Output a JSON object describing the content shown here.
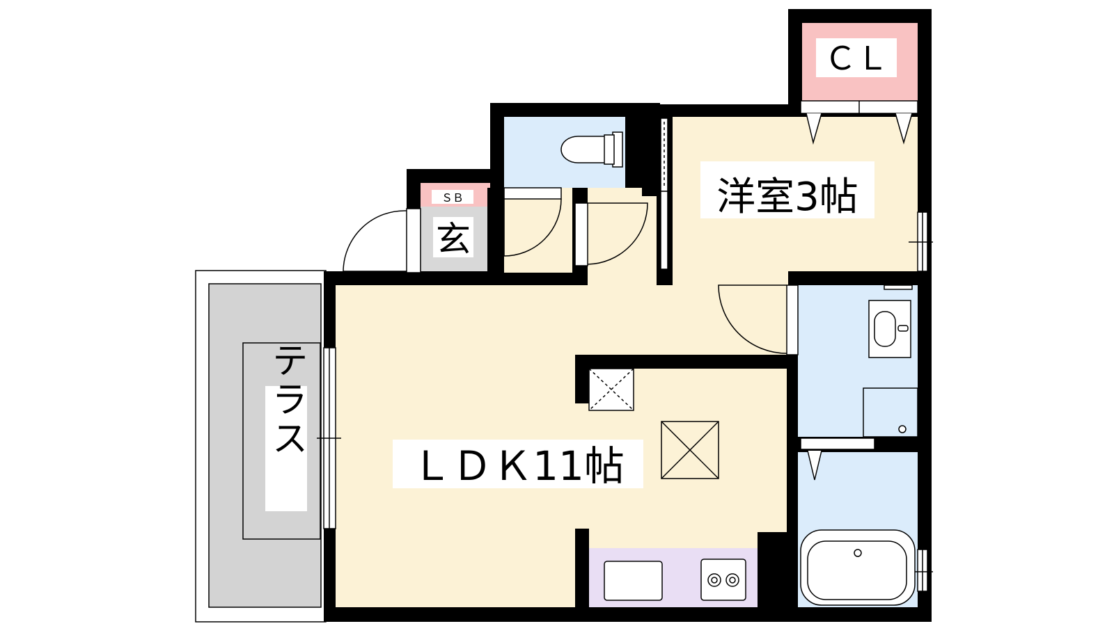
{
  "rooms": {
    "ldk": "ＬＤＫ11帖",
    "western_room": "洋室3帖",
    "entrance": "玄",
    "shoe_box": "ＳＢ",
    "closet": "ＣＬ",
    "terrace": "テラス"
  },
  "colors": {
    "wall": "#000000",
    "ldk_floor": "#fcf2d6",
    "wet_area": "#dbecfb",
    "closet": "#f9c2c2",
    "entrance": "#d8d8d8",
    "kitchen": "#e9def4",
    "terrace": "#d3d3d3"
  }
}
